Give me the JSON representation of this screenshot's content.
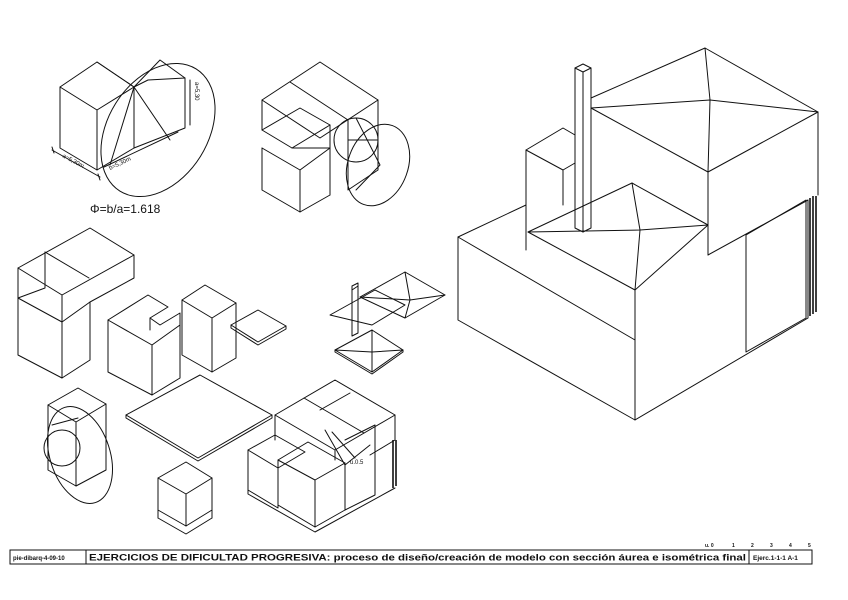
{
  "sketch1": {
    "dim_a": "a=5,30m",
    "dim_b": "b=5,30m",
    "dim_vertical": "a=5,30",
    "formula": "Φ=b/a=1.618"
  },
  "annotation": {
    "offset": "u.0.5"
  },
  "scale_bar": {
    "labels": [
      "u. 0",
      "1",
      "2",
      "3",
      "4",
      "5"
    ]
  },
  "title_block": {
    "code": "pie-dibarq-4-09-10",
    "title": "EJERCICIOS DE DIFICULTAD PROGRESIVA: proceso de diseño/creación de modelo con sección áurea e isométrica final",
    "sheet": "Ejerc.1-1-1 A-1"
  }
}
